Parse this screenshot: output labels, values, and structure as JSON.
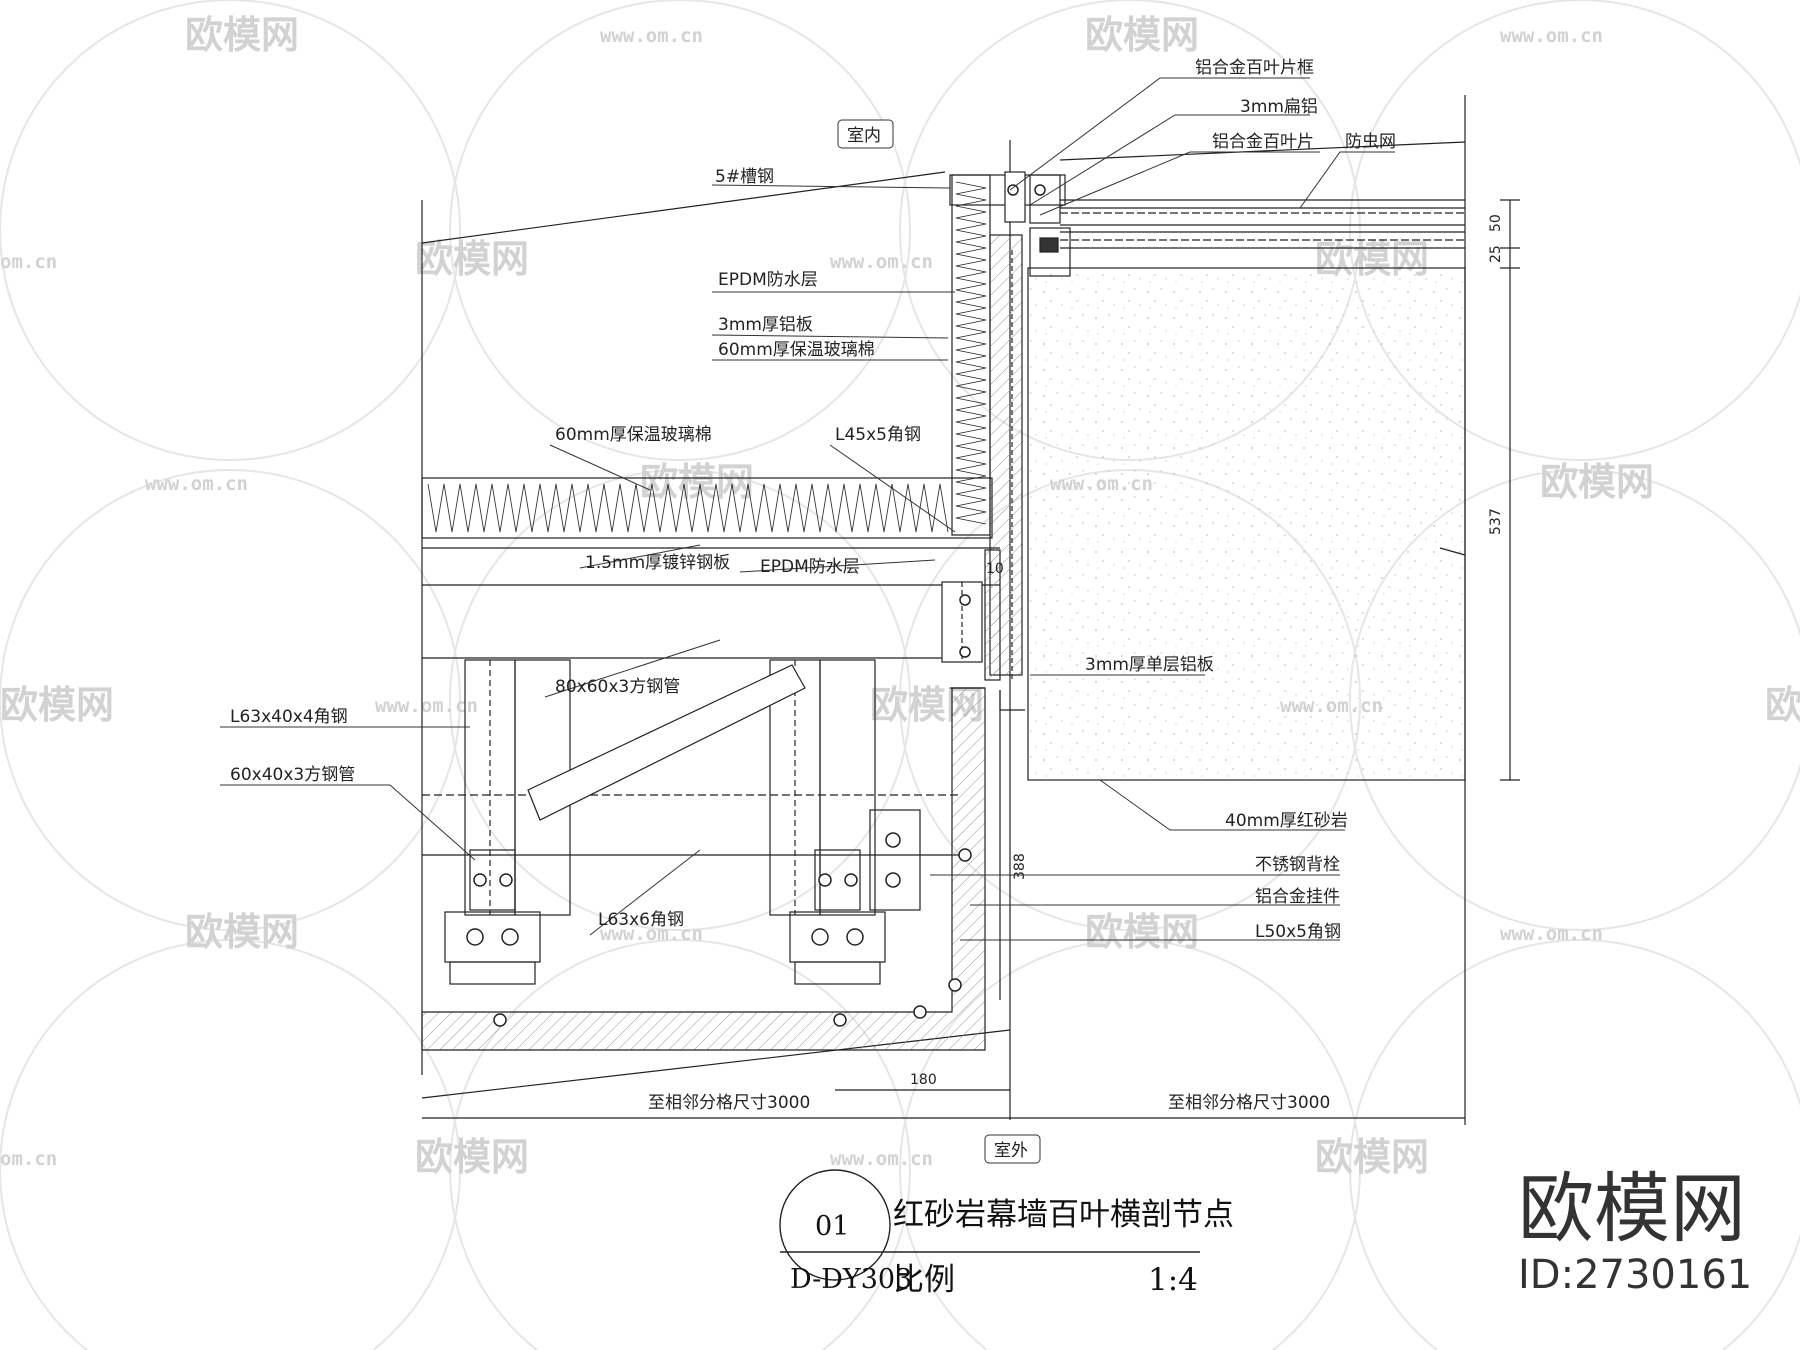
{
  "watermark": {
    "brand": "欧模网",
    "url": "www.om.cn",
    "url_short": "om.cn"
  },
  "labels": {
    "indoor": "室内",
    "outdoor": "室外",
    "louver_frame": "铝合金百叶片框",
    "flat_alu": "3mm扁铝",
    "louver_blade": "铝合金百叶片",
    "insect_net": "防虫网",
    "channel_steel": "5#槽钢",
    "epdm_top": "EPDM防水层",
    "alu_plate_3mm": "3mm厚铝板",
    "glass_wool_v": "60mm厚保温玻璃棉",
    "glass_wool_h": "60mm厚保温玻璃棉",
    "angle_l45": "L45x5角钢",
    "galv_plate": "1.5mm厚镀锌钢板",
    "epdm_bottom": "EPDM防水层",
    "single_alu": "3mm厚单层铝板",
    "square_tube_80": "80x60x3方钢管",
    "angle_l63x40": "L63x40x4角钢",
    "square_tube_60": "60x40x3方钢管",
    "sandstone": "40mm厚红砂岩",
    "ss_bolt": "不锈钢背栓",
    "alu_hanger": "铝合金挂件",
    "angle_l50": "L50x5角钢",
    "angle_l63x6": "L63x6角钢",
    "to_adjacent_left": "至相邻分格尺寸3000",
    "to_adjacent_right": "至相邻分格尺寸3000"
  },
  "dimensions": {
    "d50": "50",
    "d25": "25",
    "d537": "537",
    "d10": "10",
    "d388": "388",
    "d180": "180"
  },
  "title_block": {
    "number": "01",
    "drawing_no": "D-DY303",
    "title": "红砂岩幕墙百叶横剖节点",
    "scale_label": "比例",
    "scale_value": "1:4"
  },
  "brand": {
    "logo": "欧模网",
    "id": "ID:2730161"
  }
}
